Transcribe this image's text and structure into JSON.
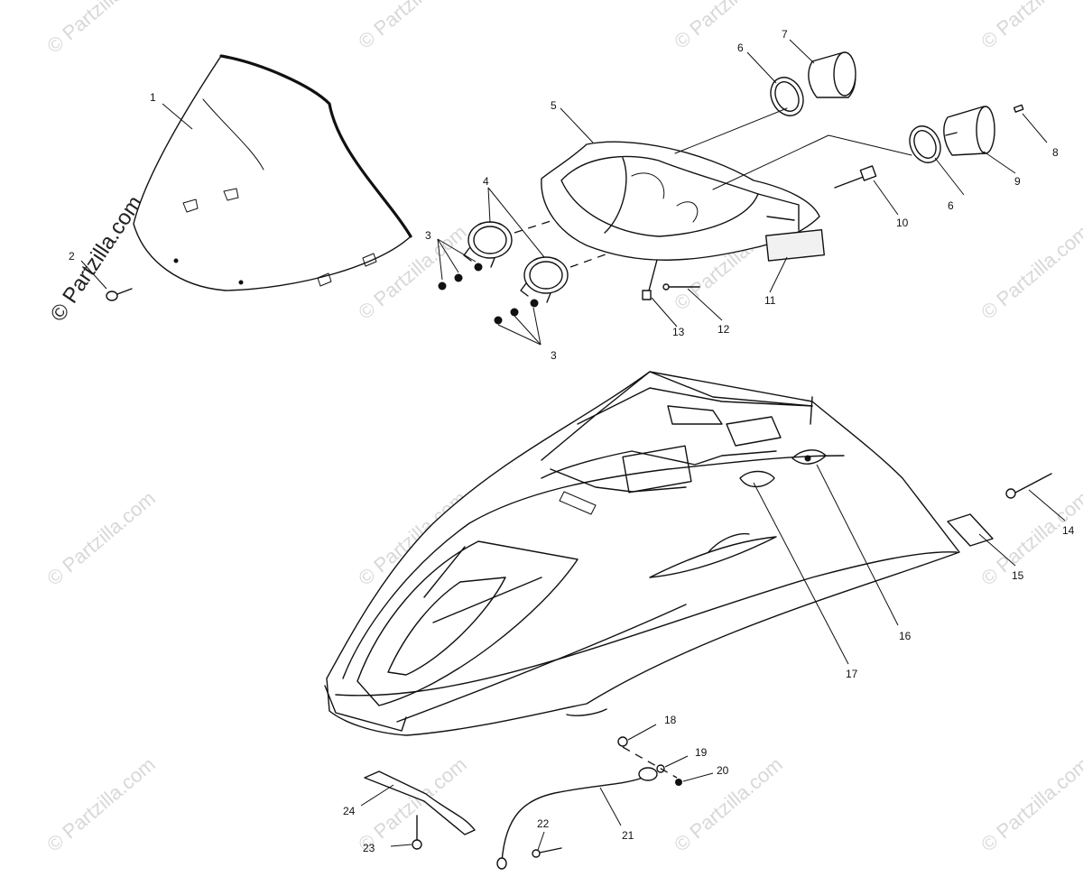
{
  "diagram": {
    "callouts": [
      "1",
      "2",
      "3",
      "3",
      "4",
      "5",
      "6",
      "6",
      "7",
      "8",
      "9",
      "10",
      "11",
      "12",
      "13",
      "14",
      "15",
      "16",
      "17",
      "18",
      "19",
      "20",
      "21",
      "22",
      "23",
      "24"
    ],
    "watermark": "© Partzilla.com"
  }
}
